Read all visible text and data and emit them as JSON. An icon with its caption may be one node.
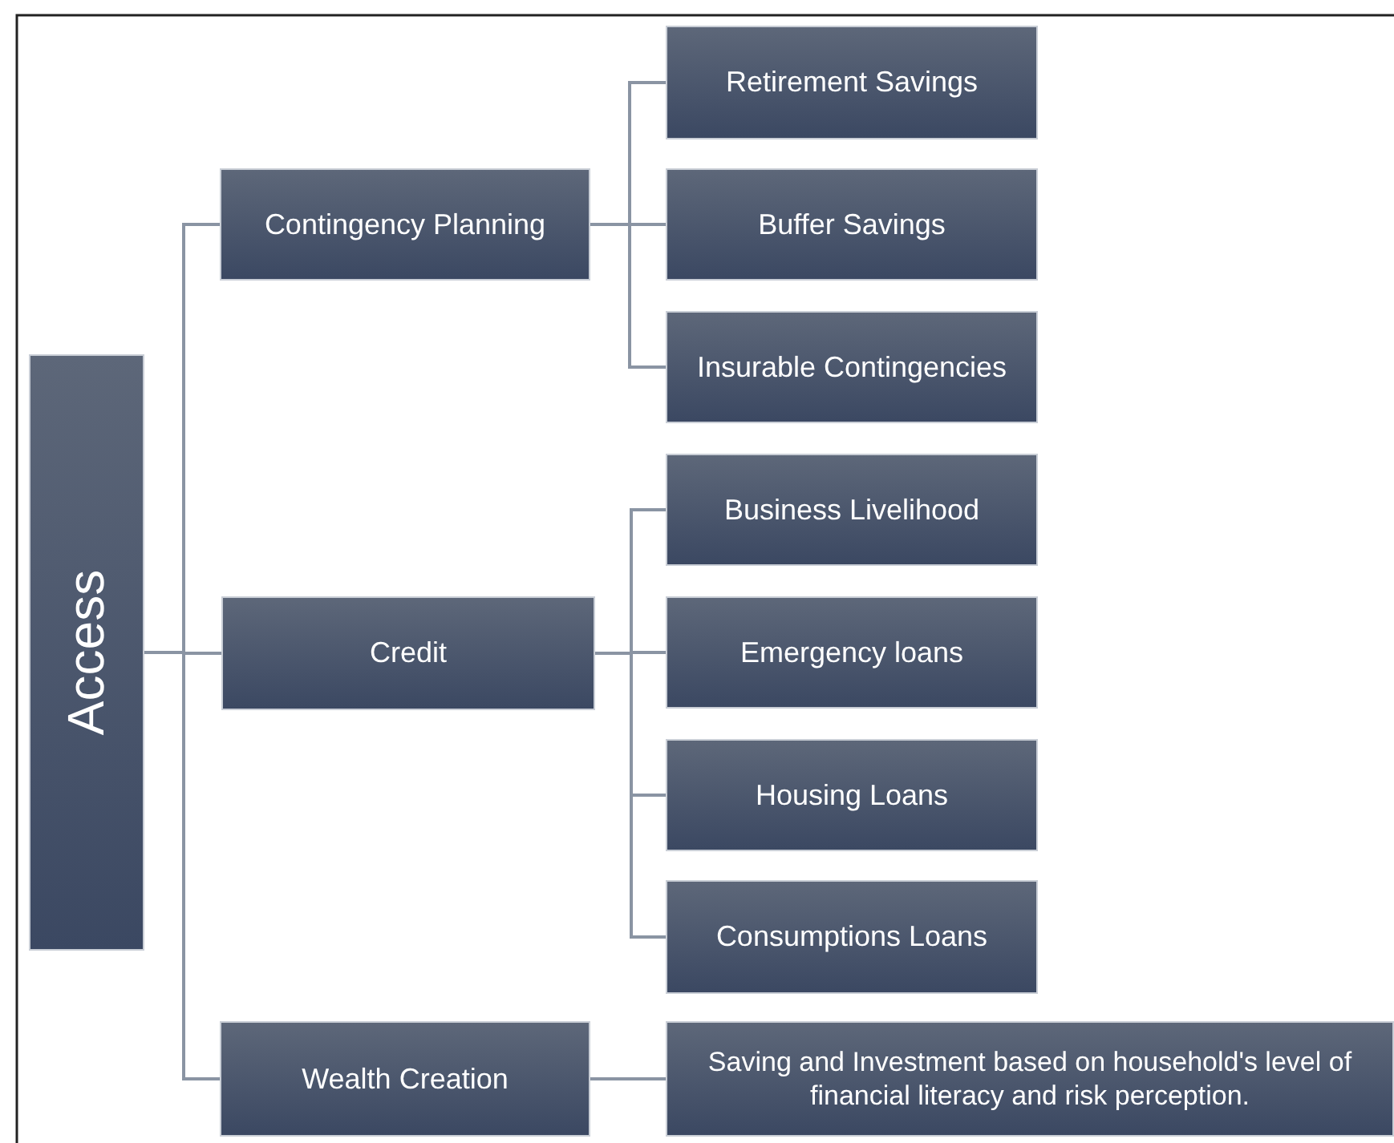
{
  "diagram": {
    "nodes": [
      {
        "text": [
          "Access"
        ]
      },
      {
        "text": [
          "Contingency Planning"
        ]
      },
      {
        "text": [
          "Credit"
        ]
      },
      {
        "text": [
          "Wealth Creation"
        ]
      },
      {
        "text": [
          "Retirement Savings"
        ]
      },
      {
        "text": [
          "Buffer Savings"
        ]
      },
      {
        "text": [
          "Insurable Contingencies"
        ]
      },
      {
        "text": [
          "Business Livelihood"
        ]
      },
      {
        "text": [
          "Emergency loans"
        ]
      },
      {
        "text": [
          "Housing Loans"
        ]
      },
      {
        "text": [
          "Consumptions Loans"
        ]
      },
      {
        "text": [
          "Saving and Investment based on household's level of financial literacy and risk perception."
        ]
      }
    ],
    "edges": [
      {
        "from": 0,
        "to": 1,
        "arrow": "none"
      },
      {
        "from": 0,
        "to": 2,
        "arrow": "none"
      },
      {
        "from": 0,
        "to": 3,
        "arrow": "none"
      },
      {
        "from": 1,
        "to": 4,
        "arrow": "none"
      },
      {
        "from": 1,
        "to": 5,
        "arrow": "none"
      },
      {
        "from": 1,
        "to": 6,
        "arrow": "none"
      },
      {
        "from": 2,
        "to": 7,
        "arrow": "none"
      },
      {
        "from": 2,
        "to": 8,
        "arrow": "none"
      },
      {
        "from": 2,
        "to": 9,
        "arrow": "none"
      },
      {
        "from": 2,
        "to": 10,
        "arrow": "none"
      },
      {
        "from": 3,
        "to": 11,
        "arrow": "none"
      }
    ]
  }
}
